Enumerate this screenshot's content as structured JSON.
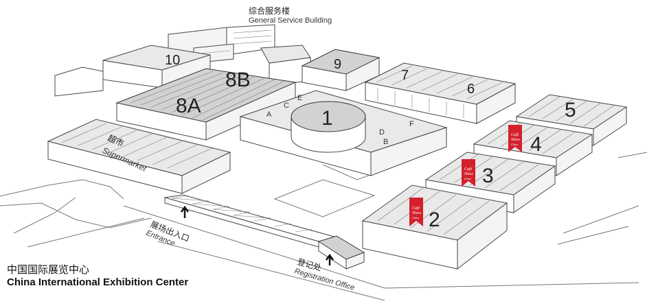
{
  "general_service": {
    "cn": "综合服务楼",
    "en": "General Service Building"
  },
  "supermarket": {
    "cn": "超市",
    "en": "Supermarket"
  },
  "halls": {
    "h10": "10",
    "h9": "9",
    "h8b": "8B",
    "h8a": "8A",
    "h7": "7",
    "h6": "6",
    "h1": "1",
    "h2": "2",
    "h3": "3",
    "h4": "4",
    "h5": "5"
  },
  "hall1_letters": [
    "A",
    "C",
    "E",
    "D",
    "F",
    "B"
  ],
  "entrance": {
    "cn": "展场出入口",
    "en": "Entrance"
  },
  "registration": {
    "cn": "登记处",
    "en": "Registration Office"
  },
  "venue": {
    "cn": "中国国际展览中心",
    "en": "China International Exhibition Center"
  },
  "flag": {
    "line1": "Café",
    "line2": "Show",
    "line3": "China"
  },
  "colors": {
    "flag": "#d4202c",
    "roof": "#e9e9e9",
    "line": "#444444"
  }
}
